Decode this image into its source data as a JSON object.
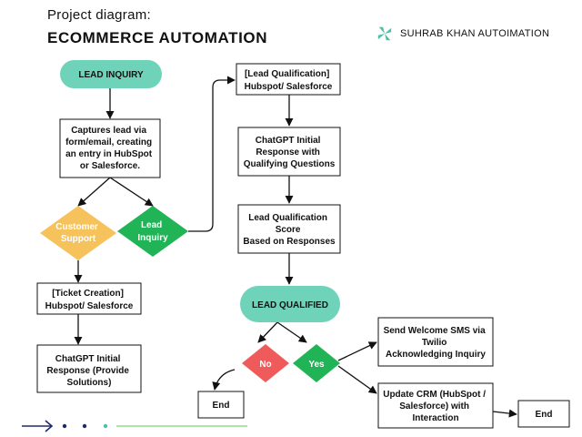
{
  "header": {
    "subtitle": "Project diagram:",
    "title": "ECOMMERCE AUTOMATION",
    "brand": "SUHRAB KHAN AUTOIMATION",
    "brand_icon": "pinwheel-icon",
    "brand_color": "#4fbfa8"
  },
  "colors": {
    "pill": "#6fd3b9",
    "customer_support": "#f6c25b",
    "lead_inquiry_diamond": "#20b457",
    "no": "#ef5a5a",
    "yes": "#20b457",
    "footer_line": "#7bd37b"
  },
  "nodes": {
    "lead_inquiry_pill": "LEAD INQUIRY",
    "capture": [
      "Captures lead via",
      "form/email, creating",
      "an entry in HubSpot",
      "or Salesforce."
    ],
    "customer_support": [
      "Customer",
      "Support"
    ],
    "lead_inquiry_diamond": [
      "Lead",
      "Inquiry"
    ],
    "ticket_creation": [
      "[Ticket Creation]",
      "Hubspot/ Salesforce"
    ],
    "chatgpt_solutions": [
      "ChatGPT Initial",
      "Response (Provide",
      "Solutions)"
    ],
    "lead_qualification": [
      "[Lead Qualification]",
      "Hubspot/ Salesforce"
    ],
    "chatgpt_qualifying": [
      "ChatGPT Initial",
      "Response with",
      "Qualifying Questions"
    ],
    "score": [
      "Lead Qualification",
      "Score",
      "Based on Responses"
    ],
    "lead_qualified": "LEAD QUALIFIED",
    "no": "No",
    "yes": "Yes",
    "end_left": "End",
    "send_sms": [
      "Send Welcome SMS via",
      "Twilio",
      "Acknowledging Inquiry"
    ],
    "update_crm": [
      "Update CRM (HubSpot /",
      "Salesforce) with",
      "Interaction"
    ],
    "end_right": "End"
  }
}
